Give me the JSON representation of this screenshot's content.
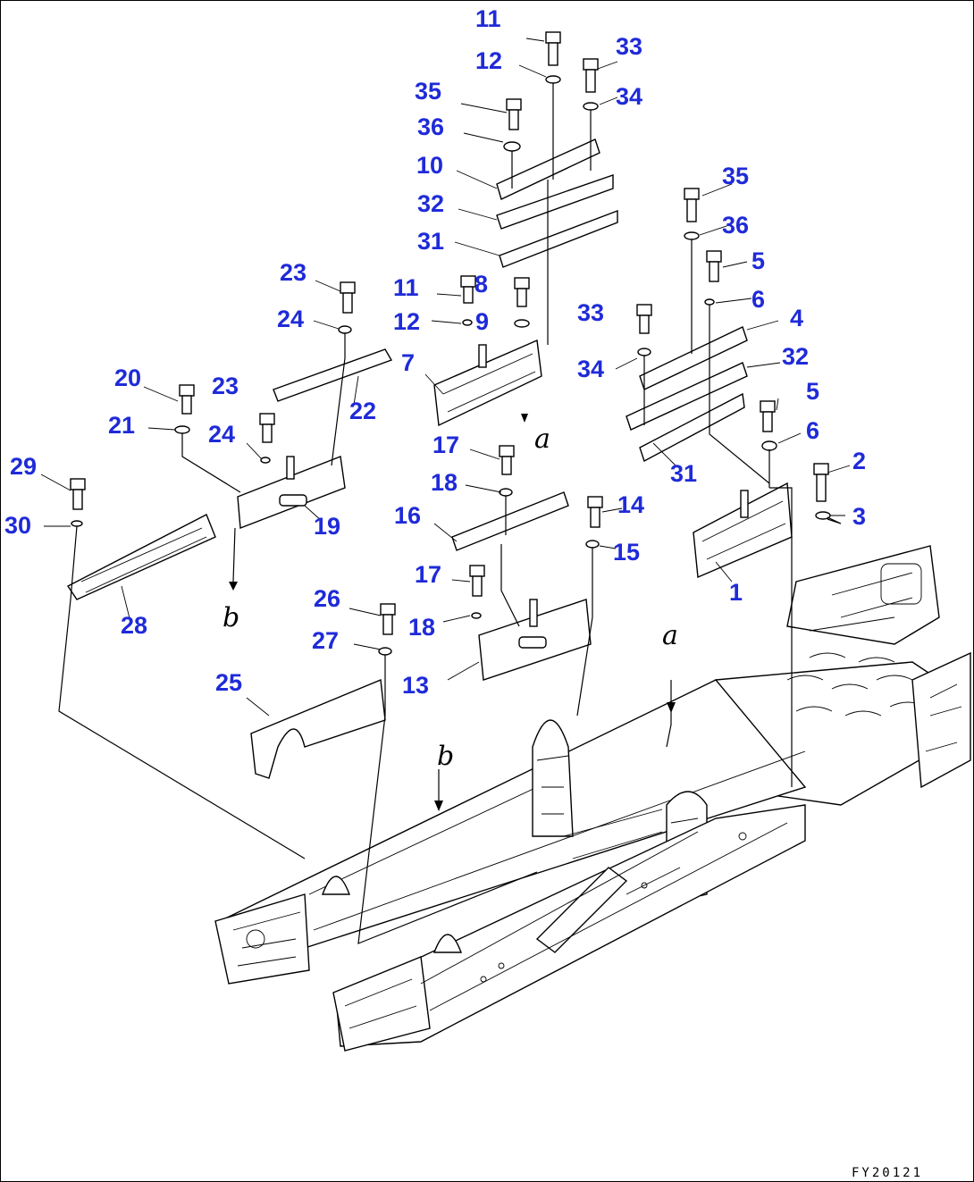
{
  "drawing_code": "FY20121",
  "view_refs": [
    "a",
    "b"
  ],
  "labels": [
    {
      "id": "l11a",
      "text": "11"
    },
    {
      "id": "l12a",
      "text": "12"
    },
    {
      "id": "l33a",
      "text": "33"
    },
    {
      "id": "l34a",
      "text": "34"
    },
    {
      "id": "l35a",
      "text": "35"
    },
    {
      "id": "l36a",
      "text": "36"
    },
    {
      "id": "l10",
      "text": "10"
    },
    {
      "id": "l32a",
      "text": "32"
    },
    {
      "id": "l31a",
      "text": "31"
    },
    {
      "id": "l35b",
      "text": "35"
    },
    {
      "id": "l36b",
      "text": "36"
    },
    {
      "id": "l5a",
      "text": "5"
    },
    {
      "id": "l6a",
      "text": "6"
    },
    {
      "id": "l23a",
      "text": "23"
    },
    {
      "id": "l11b",
      "text": "11"
    },
    {
      "id": "l8",
      "text": "8"
    },
    {
      "id": "l24a",
      "text": "24"
    },
    {
      "id": "l12b",
      "text": "12"
    },
    {
      "id": "l9",
      "text": "9"
    },
    {
      "id": "l33b",
      "text": "33"
    },
    {
      "id": "l4",
      "text": "4"
    },
    {
      "id": "l7",
      "text": "7"
    },
    {
      "id": "l32b",
      "text": "32"
    },
    {
      "id": "l34b",
      "text": "34"
    },
    {
      "id": "l20",
      "text": "20"
    },
    {
      "id": "l23b",
      "text": "23"
    },
    {
      "id": "l22",
      "text": "22"
    },
    {
      "id": "l5b",
      "text": "5"
    },
    {
      "id": "l21",
      "text": "21"
    },
    {
      "id": "l24b",
      "text": "24"
    },
    {
      "id": "l6b",
      "text": "6"
    },
    {
      "id": "l17a",
      "text": "17"
    },
    {
      "id": "l2",
      "text": "2"
    },
    {
      "id": "l29",
      "text": "29"
    },
    {
      "id": "l31b",
      "text": "31"
    },
    {
      "id": "l18a",
      "text": "18"
    },
    {
      "id": "l3",
      "text": "3"
    },
    {
      "id": "l30",
      "text": "30"
    },
    {
      "id": "l19",
      "text": "19"
    },
    {
      "id": "l14",
      "text": "14"
    },
    {
      "id": "l16",
      "text": "16"
    },
    {
      "id": "l15",
      "text": "15"
    },
    {
      "id": "l1",
      "text": "1"
    },
    {
      "id": "l17b",
      "text": "17"
    },
    {
      "id": "l28",
      "text": "28"
    },
    {
      "id": "l26",
      "text": "26"
    },
    {
      "id": "l18b",
      "text": "18"
    },
    {
      "id": "l27",
      "text": "27"
    },
    {
      "id": "l13",
      "text": "13"
    },
    {
      "id": "l25",
      "text": "25"
    }
  ]
}
